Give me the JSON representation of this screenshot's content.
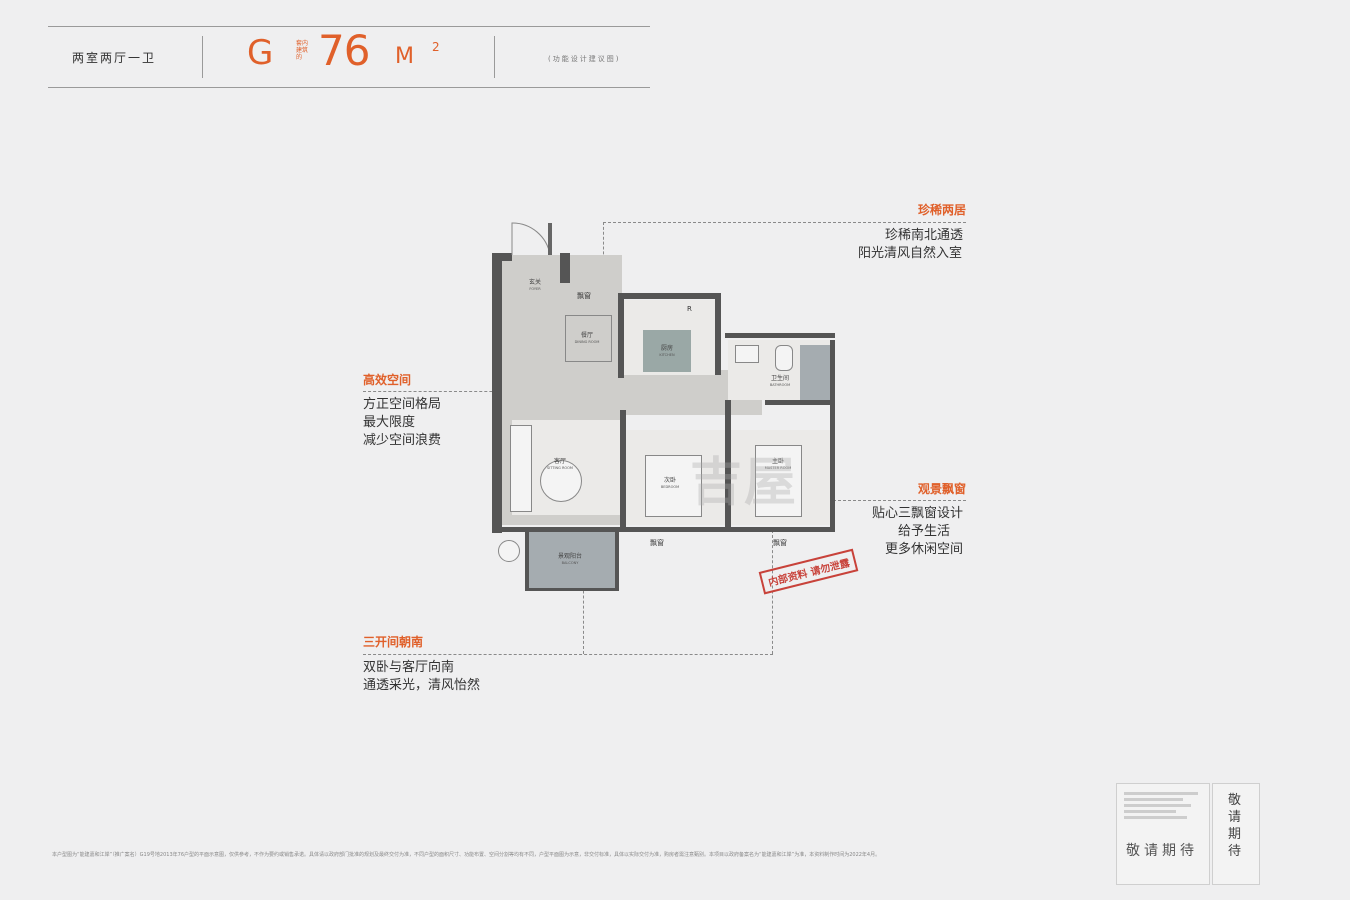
{
  "header": {
    "room_type": "两室两厅一卫",
    "unit_code": "G",
    "code_note": "套内建筑的",
    "area_number": "76",
    "area_unit": "M",
    "area_sup": "2",
    "function_note": "(功能设计建议图)"
  },
  "features": [
    {
      "title": "珍稀两居",
      "lines": [
        "珍稀南北通透",
        "阳光清风自然入室"
      ]
    },
    {
      "title": "高效空间",
      "lines": [
        "方正空间格局",
        "最大限度",
        "减少空间浪费"
      ]
    },
    {
      "title": "观景飘窗",
      "lines": [
        "贴心三飘窗设计",
        "给予生活",
        "更多休闲空间"
      ]
    },
    {
      "title": "三开间朝南",
      "lines": [
        "双卧与客厅向南",
        "通透采光，清风怡然"
      ]
    }
  ],
  "plan": {
    "rooms": [
      {
        "name": "玄关",
        "en": "FOYER"
      },
      {
        "name": "餐厅",
        "en": "DINING ROOM"
      },
      {
        "name": "厨房",
        "en": "KITCHEN"
      },
      {
        "name": "卫生间",
        "en": "BATHROOM"
      },
      {
        "name": "客厅",
        "en": "SITTING ROOM"
      },
      {
        "name": "次卧",
        "en": "BEDROOM"
      },
      {
        "name": "主卧",
        "en": "MASTER ROOM"
      },
      {
        "name": "景观阳台",
        "en": "BALCONY"
      }
    ],
    "bay_windows": [
      "飘窗",
      "飘窗",
      "飘窗"
    ],
    "fridge_mark": "R",
    "stamp": "内部资料 请勿泄露",
    "watermark": "吉屋"
  },
  "disclaimer": "本户型图为“能建嘉和江岸”（推广案名）G19号地2013年76户型的平面示意图，仅供参考，不作为要约或销售承诺。具体请以政府部门批准的规划及最终交付为准，不同户型的面积尺寸、功能布置、空间分割等均有不同，户型平面图为示意，非交付标准，具体以实际交付为准，购房者需注意甄别。本项目以政府备案名为“能建嘉和江岸”为准，本资料制作时间为2022年4月。",
  "badges": {
    "left_text": "敬请期待",
    "right_text": "敬请期待",
    "colors": {
      "accent": "#e0602a",
      "stamp": "#c8423a"
    }
  }
}
